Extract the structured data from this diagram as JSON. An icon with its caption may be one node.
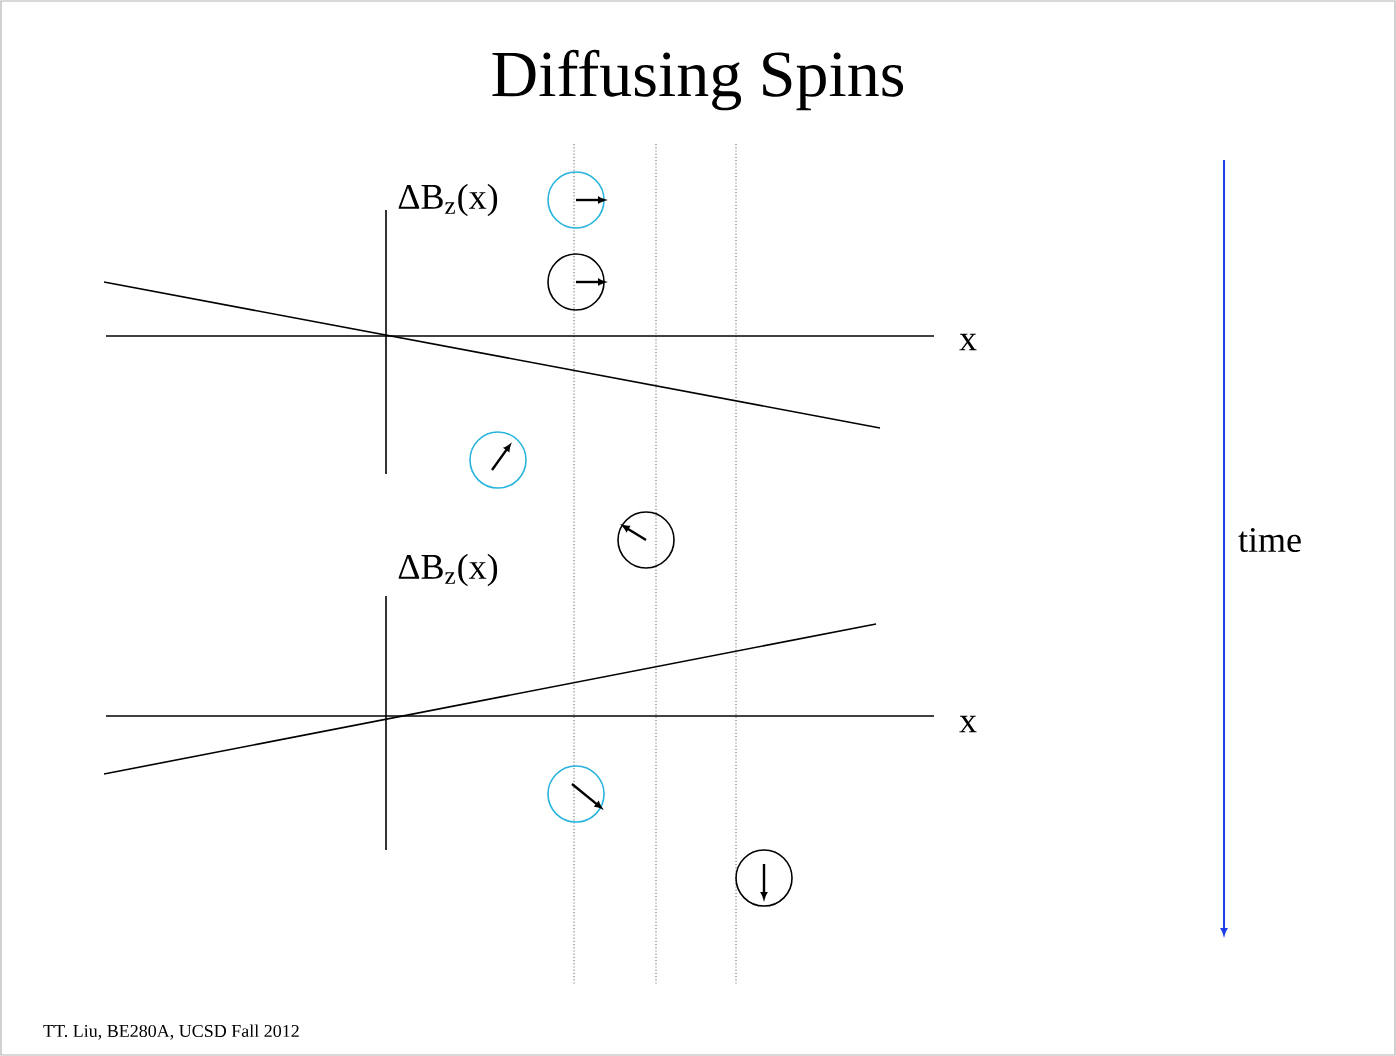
{
  "diagram": {
    "title": "Diffusing Spins",
    "labels": [
      "ΔB$_{z}$(x)",
      "x",
      "time",
      "ΔB$_{z}$(x)",
      "x",
      "TT. Liu, BE280A, UCSD Fall 2012"
    ]
  }
}
